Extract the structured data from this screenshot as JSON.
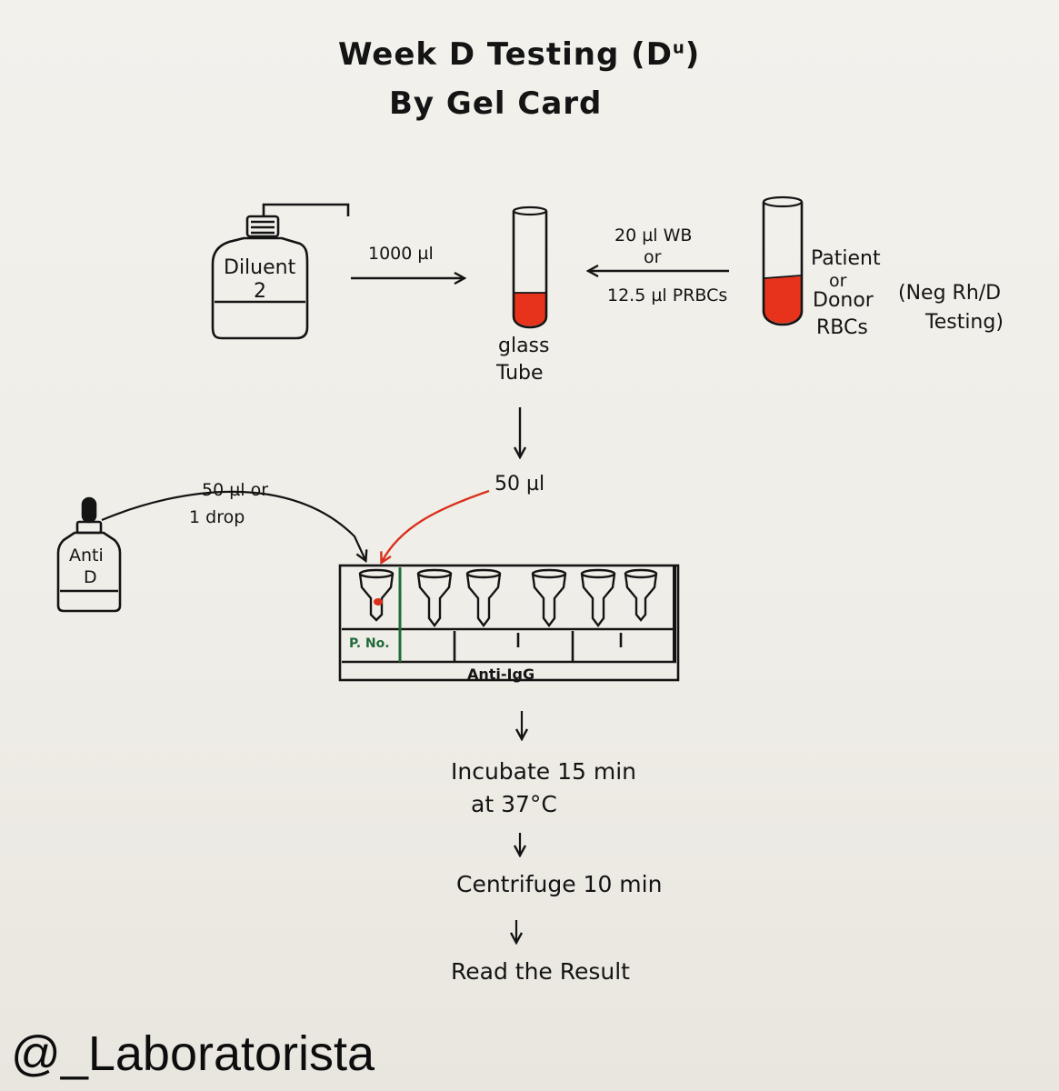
{
  "title": {
    "line1": "Week D Testing (D",
    "superscript": "u",
    "line1_end": ")",
    "line2": "By Gel Card"
  },
  "diluent": {
    "label_line1": "Diluent",
    "label_line2": "2"
  },
  "arrow_diluent": {
    "label": "1000 µl"
  },
  "glass_tube": {
    "label_line1": "glass",
    "label_line2": "Tube"
  },
  "arrow_sample": {
    "label_top": "20 µl WB",
    "label_mid": "or",
    "label_bottom": "12.5 µl PRBCs"
  },
  "patient_tube": {
    "label_line1": "Patient",
    "label_line2": "or",
    "label_line3": "Donor",
    "label_line4": "RBCs"
  },
  "note": {
    "line1": "(Neg Rh/D",
    "line2": "Testing)"
  },
  "arrow_to_card": {
    "label": "50 µl"
  },
  "anti_d": {
    "label_line1": "Anti",
    "label_line2": "D",
    "arrow_label_line1": "50 µl or",
    "arrow_label_line2": "1 drop"
  },
  "gel_card": {
    "patient_no_label": "P. No.",
    "footer_label": "Anti-IgG"
  },
  "steps": {
    "incubate_line1": "Incubate  15 min",
    "incubate_line2": "at 37°C",
    "centrifuge": "Centrifuge 10 min",
    "read": "Read the Result"
  },
  "watermark": "@_Laboratorista",
  "colors": {
    "ink": "#141414",
    "blood": "#e8331c",
    "red_arrow": "#d9301c",
    "card_green": "#1f6b3a"
  }
}
